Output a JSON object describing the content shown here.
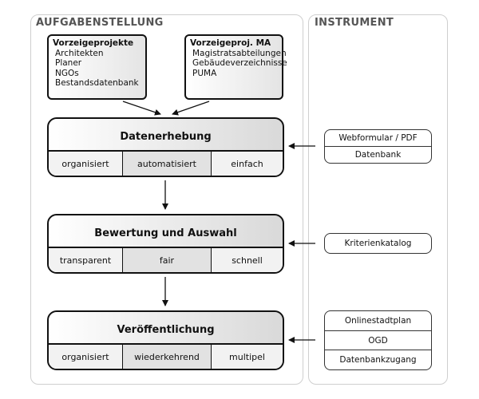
{
  "panels": {
    "left_title": "AUFGABENSTELLUNG",
    "right_title": "INSTRUMENT"
  },
  "sources": [
    {
      "title": "Vorzeigeprojekte",
      "items": [
        "Architekten",
        "Planer",
        "NGOs",
        "Bestandsdatenbank"
      ]
    },
    {
      "title": "Vorzeigeproj. MA",
      "items": [
        "Magistratsabteilungen",
        "Gebäudeverzeichnisse",
        "PUMA"
      ]
    }
  ],
  "stages": [
    {
      "title": "Datenerhebung",
      "cells": [
        "organisiert",
        "automatisiert",
        "einfach"
      ]
    },
    {
      "title": "Bewertung und Auswahl",
      "cells": [
        "transparent",
        "fair",
        "schnell"
      ]
    },
    {
      "title": "Veröffentlichung",
      "cells": [
        "organisiert",
        "wiederkehrend",
        "multipel"
      ]
    }
  ],
  "instruments": [
    {
      "rows": [
        "Webformular / PDF",
        "Datenbank"
      ]
    },
    {
      "rows": [
        "Kriterienkatalog"
      ]
    },
    {
      "rows": [
        "Onlinestadtplan",
        "OGD",
        "Datenbankzugang"
      ]
    }
  ]
}
